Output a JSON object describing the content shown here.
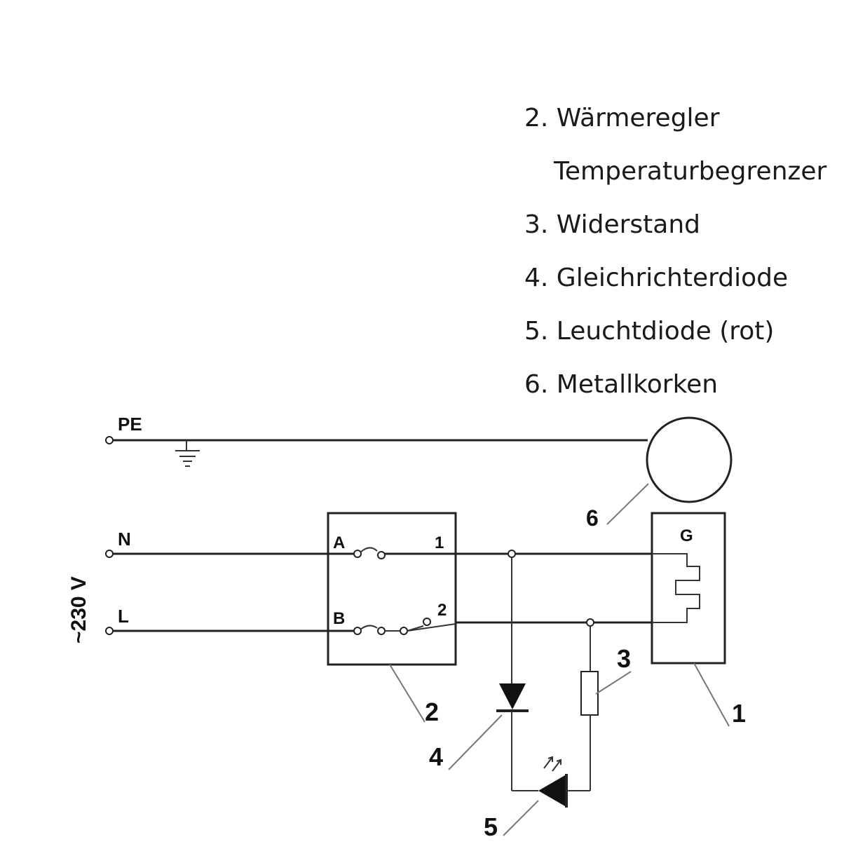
{
  "legend": {
    "items": [
      "2. Wärmeregler",
      "Temperaturbegrenzer",
      "3. Widerstand",
      "4. Gleichrichterdiode",
      "5. Leuchtdiode (rot)",
      "6. Metallkorken"
    ]
  },
  "terminals": {
    "pe": "PE",
    "n": "N",
    "l": "L",
    "voltage": "~230 V"
  },
  "regulator": {
    "a": "A",
    "b": "B",
    "t1": "1",
    "t2": "2"
  },
  "heater": {
    "g": "G"
  },
  "callouts": {
    "c1": "1",
    "c2": "2",
    "c3": "3",
    "c4": "4",
    "c5": "5",
    "c6": "6"
  },
  "colors": {
    "line": "#222222",
    "leader": "#777777",
    "text": "#111111"
  }
}
